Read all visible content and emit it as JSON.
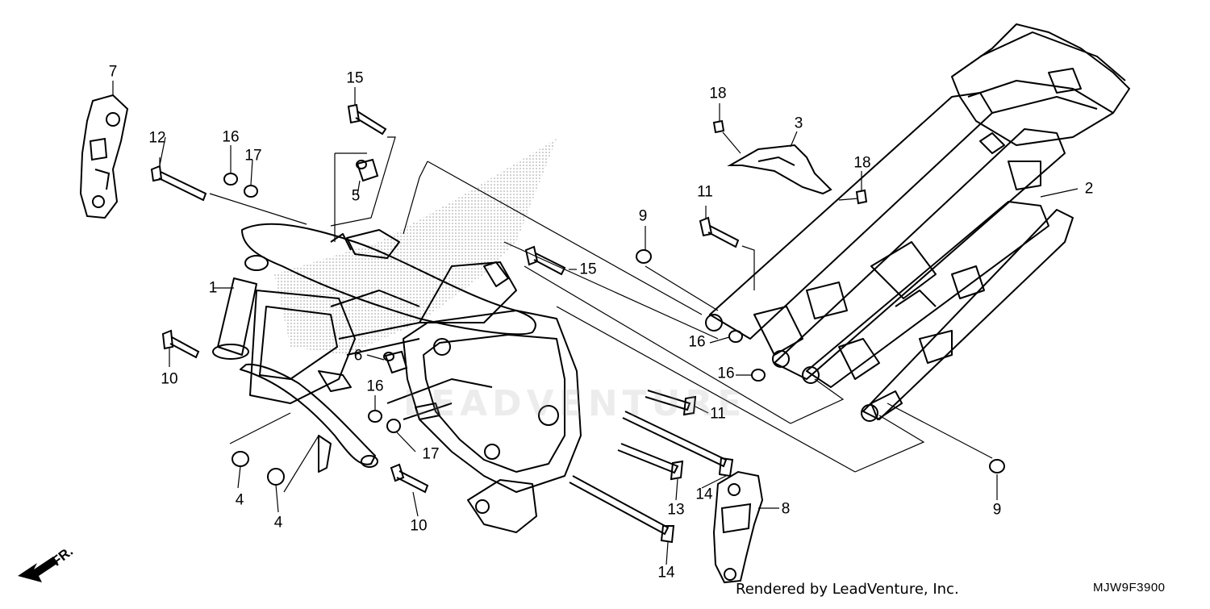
{
  "diagram": {
    "callouts": [
      "1",
      "2",
      "3",
      "4",
      "4",
      "5",
      "6",
      "7",
      "8",
      "9",
      "9",
      "10",
      "10",
      "11",
      "11",
      "12",
      "13",
      "14",
      "14",
      "15",
      "15",
      "16",
      "16",
      "16",
      "16",
      "17",
      "17",
      "18",
      "18"
    ],
    "watermark": "LEADVENTURE",
    "credit": "Rendered by LeadVenture, Inc.",
    "code": "MJW9F3900",
    "direction": "FR.",
    "line_color": "#000000",
    "shade_color": "#555555"
  }
}
